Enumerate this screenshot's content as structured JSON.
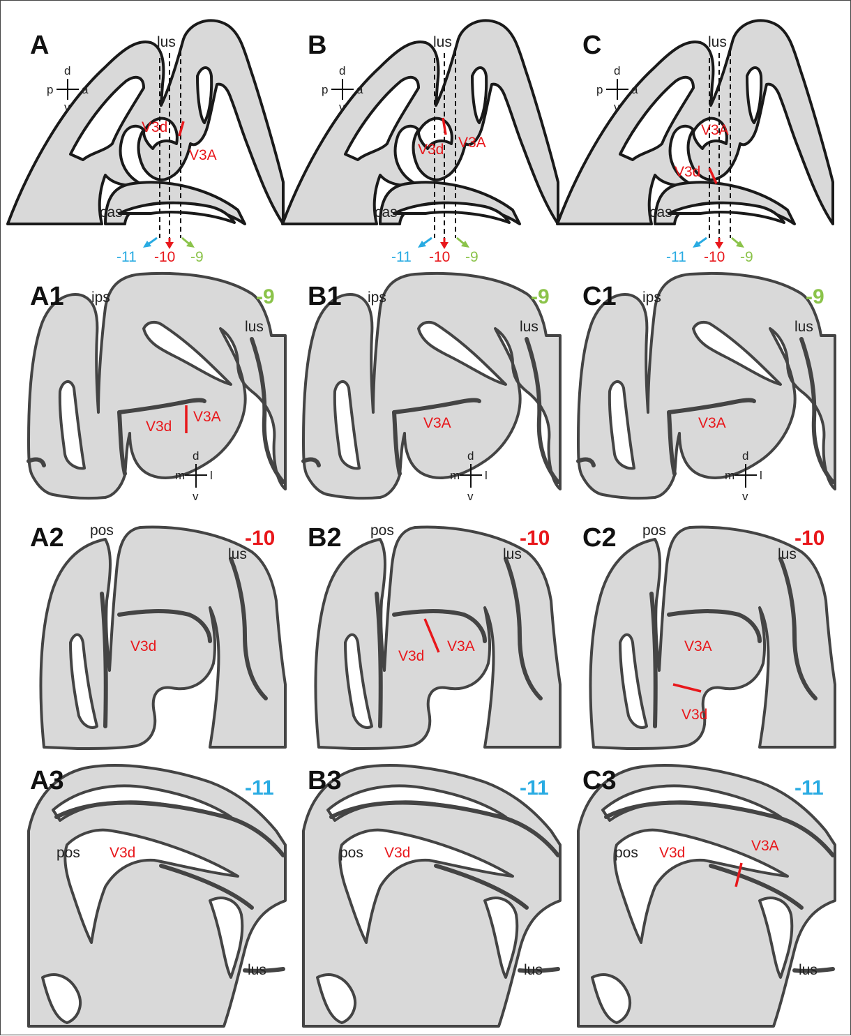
{
  "colors": {
    "cortex_fill": "#d9d9d9",
    "outline": "#444444",
    "border_red": "#e8171b",
    "depth_minus9": "#8bc34a",
    "depth_minus10": "#e8171b",
    "depth_minus11": "#29abe2"
  },
  "top_row": {
    "panels": [
      {
        "id": "A",
        "label": "A",
        "v3d": "V3d",
        "v3a": "V3A"
      },
      {
        "id": "B",
        "label": "B",
        "v3d": "V3d",
        "v3a": "V3A"
      },
      {
        "id": "C",
        "label": "C",
        "v3d": "V3d",
        "v3a": "V3A"
      }
    ],
    "sulcus_lus": "lus",
    "sulcus_cas": "cas",
    "compass": {
      "d": "d",
      "v": "v",
      "p": "p",
      "a": "a"
    },
    "slices": {
      "minus11": "-11",
      "minus10": "-10",
      "minus9": "-9"
    }
  },
  "row1": {
    "depth": "-9",
    "sulcus_ips": "ips",
    "sulcus_lus": "lus",
    "panels": [
      {
        "label": "A1",
        "v3d": "V3d",
        "v3a": "V3A"
      },
      {
        "label": "B1",
        "v3a": "V3A"
      },
      {
        "label": "C1",
        "v3a": "V3A"
      }
    ],
    "compass": {
      "d": "d",
      "v": "v",
      "m": "m",
      "l": "l"
    }
  },
  "row2": {
    "depth": "-10",
    "sulcus_pos": "pos",
    "sulcus_lus": "lus",
    "panels": [
      {
        "label": "A2",
        "v3d": "V3d"
      },
      {
        "label": "B2",
        "v3d": "V3d",
        "v3a": "V3A"
      },
      {
        "label": "C2",
        "v3d": "V3d",
        "v3a": "V3A"
      }
    ]
  },
  "row3": {
    "depth": "-11",
    "sulcus_pos": "pos",
    "sulcus_lus": "lus",
    "panels": [
      {
        "label": "A3",
        "v3d": "V3d"
      },
      {
        "label": "B3",
        "v3d": "V3d"
      },
      {
        "label": "C3",
        "v3d": "V3d",
        "v3a": "V3A"
      }
    ]
  }
}
